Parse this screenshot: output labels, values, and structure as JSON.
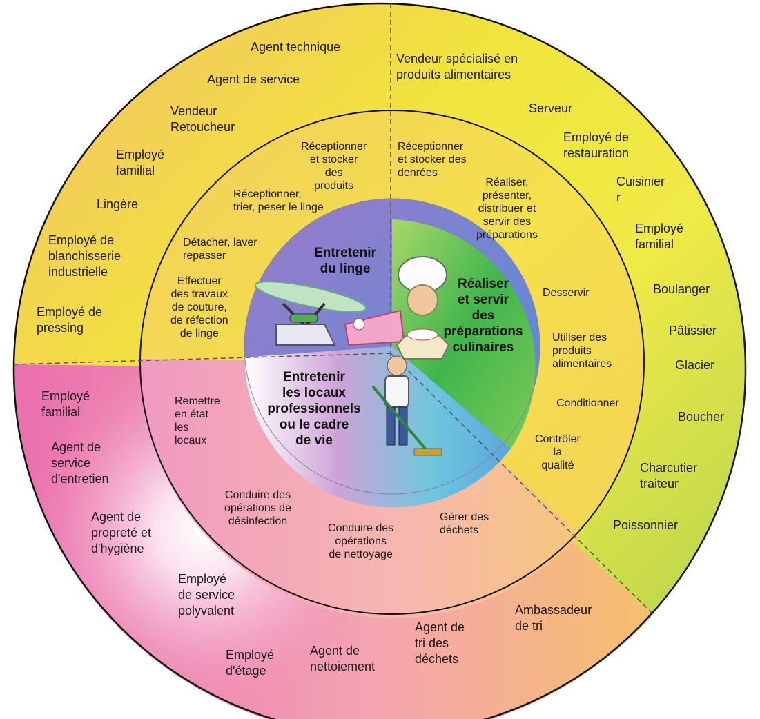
{
  "domains": {
    "linge": "Entretenir\ndu linge",
    "culinaire": "Réaliser\net servir\ndes\npréparations\nculinaires",
    "locaux": "Entretenir\nles locaux\nprofessionnels\nou le cadre\nde vie"
  },
  "tasks": {
    "linge_stocker": "Réceptionner\net stocker\ndes\nproduits",
    "linge_trier": "Réceptionner,\ntrier, peser  le  linge",
    "linge_detacher": "Détacher, laver\nrepasser",
    "linge_couture": "Effectuer\ndes travaux\nde couture,\nde réfection\nde linge",
    "cul_denrees": "Réceptionner\net stocker des\ndenrées",
    "cul_realiser": "Réaliser,\nprésenter,\ndistribuer et\nservir des\npréparations",
    "cul_desservir": "Desservir",
    "cul_utiliser": "Utiliser des\nproduits\nalimentaires",
    "cul_conditionner": "Conditionner",
    "cul_qualite": "Contrôler\nla\nqualité",
    "loc_remettre": "Remettre\nen état\nles\nlocaux",
    "loc_desinfection": "Conduire des\nopérations de\ndésinfection",
    "loc_nettoyage": "Conduire des\nopérations\nde nettoyage",
    "loc_dechets": "Gérer des\ndéchets"
  },
  "jobs": {
    "agent_technique": "Agent  technique",
    "agent_service": "Agent  de  service",
    "vendeur_retoucheur": "Vendeur\nRetoucheur",
    "employe_familial_1": "Employé\nfamilial",
    "lingere": "Lingère",
    "blanchisserie": "Employé de\nblanchisserie\nindustrielle",
    "pressing": "Employé de\npressing",
    "vendeur_alim": "Vendeur  spécialisé  en\nproduits  alimentaires",
    "serveur": "Serveur",
    "restauration": "Employé de\nrestauration",
    "cuisinier": "Cuisinier\nr",
    "employe_familial_2": "Employé\nfamilial",
    "boulanger": "Boulanger",
    "patissier": "Pâtissier",
    "glacier": "Glacier",
    "boucher": "Boucher",
    "charcutier": "Charcutier\ntraiteur",
    "poissonnier": "Poissonnier",
    "ambassadeur": "Ambassadeur\nde tri",
    "tri_dechets": "Agent de\ntri des\ndéchets",
    "nettoiement": "Agent de\nnettoiement",
    "etage": "Employé\nd'étage",
    "polyvalent": "Employé\nde service\npolyvalent",
    "proprete": "Agent de\npropreté  et\nd'hygiène",
    "entretien": "Agent de\nservice\nd'entretien",
    "employe_familial_3": "Employé\nfamilial"
  },
  "colors": {
    "outer_left_top": "#f3b070",
    "outer_yellow": "#f2e33a",
    "outer_green": "#b2d14a",
    "outer_pink": "#ee86b8",
    "inner_green": "#3cb548",
    "inner_blue": "#5b8fd6",
    "inner_purple": "#a07ac4"
  }
}
